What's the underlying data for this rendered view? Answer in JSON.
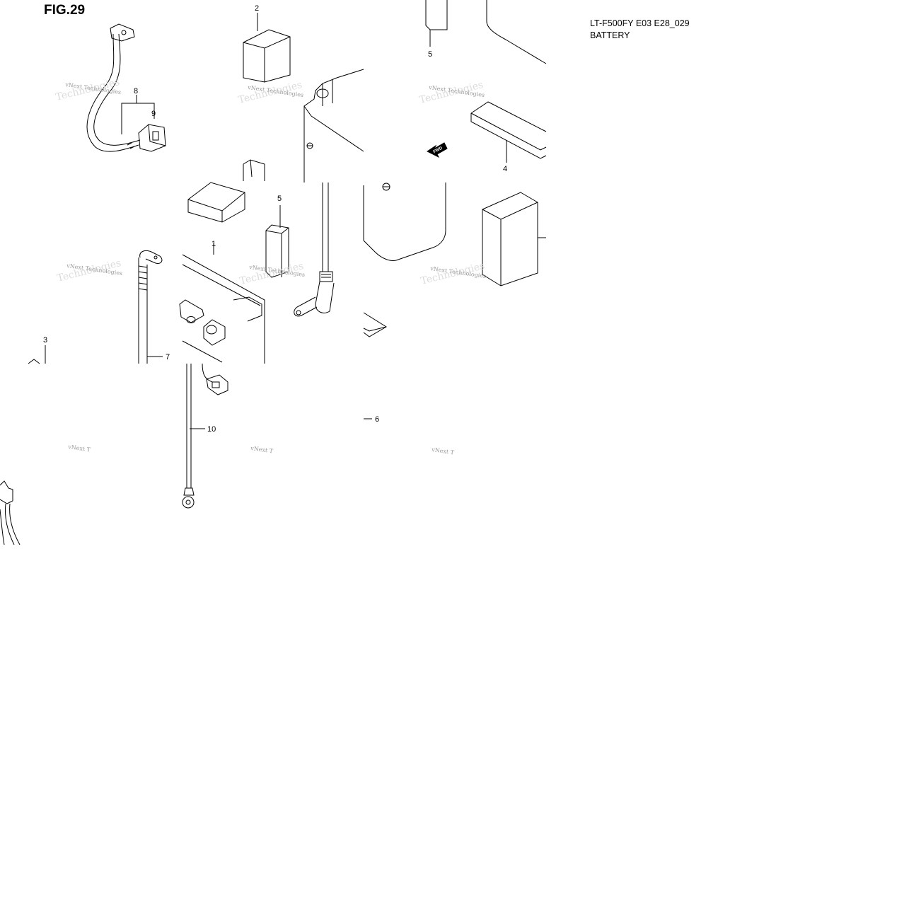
{
  "figure": {
    "label": "FIG.29",
    "model_code": "LT-F500FY E03 E28_029",
    "section_title": "BATTERY"
  },
  "callouts": [
    "1",
    "2",
    "3",
    "4",
    "5",
    "5",
    "6",
    "7",
    "8",
    "9",
    "10"
  ],
  "fwd_label": "FWD",
  "watermark": {
    "text": "vNext Technologies",
    "short": "vNext T",
    "faint": "Technologies"
  }
}
